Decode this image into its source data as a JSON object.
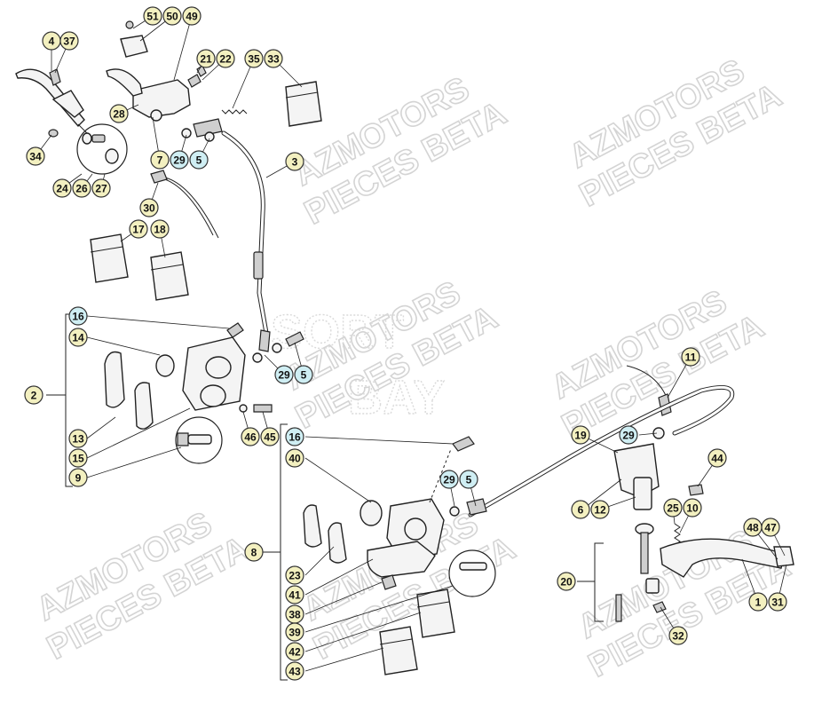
{
  "watermark": {
    "line1": "AZMOTORS",
    "line2": "PIECES BETA",
    "center_line1": "SORT",
    "center_line2": "BAY"
  },
  "colors": {
    "callout_yellow": "#f3f0c0",
    "callout_blue": "#cfeef3",
    "outline": "#222222"
  },
  "callouts": [
    {
      "num": "51",
      "kind": "yellow"
    },
    {
      "num": "50",
      "kind": "yellow"
    },
    {
      "num": "49",
      "kind": "yellow"
    },
    {
      "num": "4",
      "kind": "yellow"
    },
    {
      "num": "37",
      "kind": "yellow"
    },
    {
      "num": "21",
      "kind": "yellow"
    },
    {
      "num": "22",
      "kind": "yellow"
    },
    {
      "num": "35",
      "kind": "yellow"
    },
    {
      "num": "33",
      "kind": "yellow"
    },
    {
      "num": "28",
      "kind": "yellow"
    },
    {
      "num": "34",
      "kind": "yellow"
    },
    {
      "num": "7",
      "kind": "yellow"
    },
    {
      "num": "29",
      "kind": "blue"
    },
    {
      "num": "5",
      "kind": "blue"
    },
    {
      "num": "3",
      "kind": "yellow"
    },
    {
      "num": "24",
      "kind": "yellow"
    },
    {
      "num": "26",
      "kind": "yellow"
    },
    {
      "num": "27",
      "kind": "yellow"
    },
    {
      "num": "30",
      "kind": "yellow"
    },
    {
      "num": "17",
      "kind": "yellow"
    },
    {
      "num": "18",
      "kind": "yellow"
    },
    {
      "num": "16",
      "kind": "blue"
    },
    {
      "num": "14",
      "kind": "yellow"
    },
    {
      "num": "2",
      "kind": "yellow"
    },
    {
      "num": "29",
      "kind": "blue"
    },
    {
      "num": "5",
      "kind": "blue"
    },
    {
      "num": "13",
      "kind": "yellow"
    },
    {
      "num": "15",
      "kind": "yellow"
    },
    {
      "num": "9",
      "kind": "yellow"
    },
    {
      "num": "46",
      "kind": "yellow"
    },
    {
      "num": "45",
      "kind": "yellow"
    },
    {
      "num": "11",
      "kind": "yellow"
    },
    {
      "num": "16",
      "kind": "blue"
    },
    {
      "num": "40",
      "kind": "yellow"
    },
    {
      "num": "19",
      "kind": "yellow"
    },
    {
      "num": "29",
      "kind": "blue"
    },
    {
      "num": "44",
      "kind": "yellow"
    },
    {
      "num": "29",
      "kind": "blue"
    },
    {
      "num": "5",
      "kind": "blue"
    },
    {
      "num": "6",
      "kind": "yellow"
    },
    {
      "num": "12",
      "kind": "yellow"
    },
    {
      "num": "25",
      "kind": "yellow"
    },
    {
      "num": "10",
      "kind": "yellow"
    },
    {
      "num": "48",
      "kind": "yellow"
    },
    {
      "num": "47",
      "kind": "yellow"
    },
    {
      "num": "8",
      "kind": "yellow"
    },
    {
      "num": "20",
      "kind": "yellow"
    },
    {
      "num": "23",
      "kind": "yellow"
    },
    {
      "num": "41",
      "kind": "yellow"
    },
    {
      "num": "38",
      "kind": "yellow"
    },
    {
      "num": "1",
      "kind": "yellow"
    },
    {
      "num": "31",
      "kind": "yellow"
    },
    {
      "num": "39",
      "kind": "yellow"
    },
    {
      "num": "32",
      "kind": "yellow"
    },
    {
      "num": "42",
      "kind": "yellow"
    },
    {
      "num": "43",
      "kind": "yellow"
    }
  ]
}
